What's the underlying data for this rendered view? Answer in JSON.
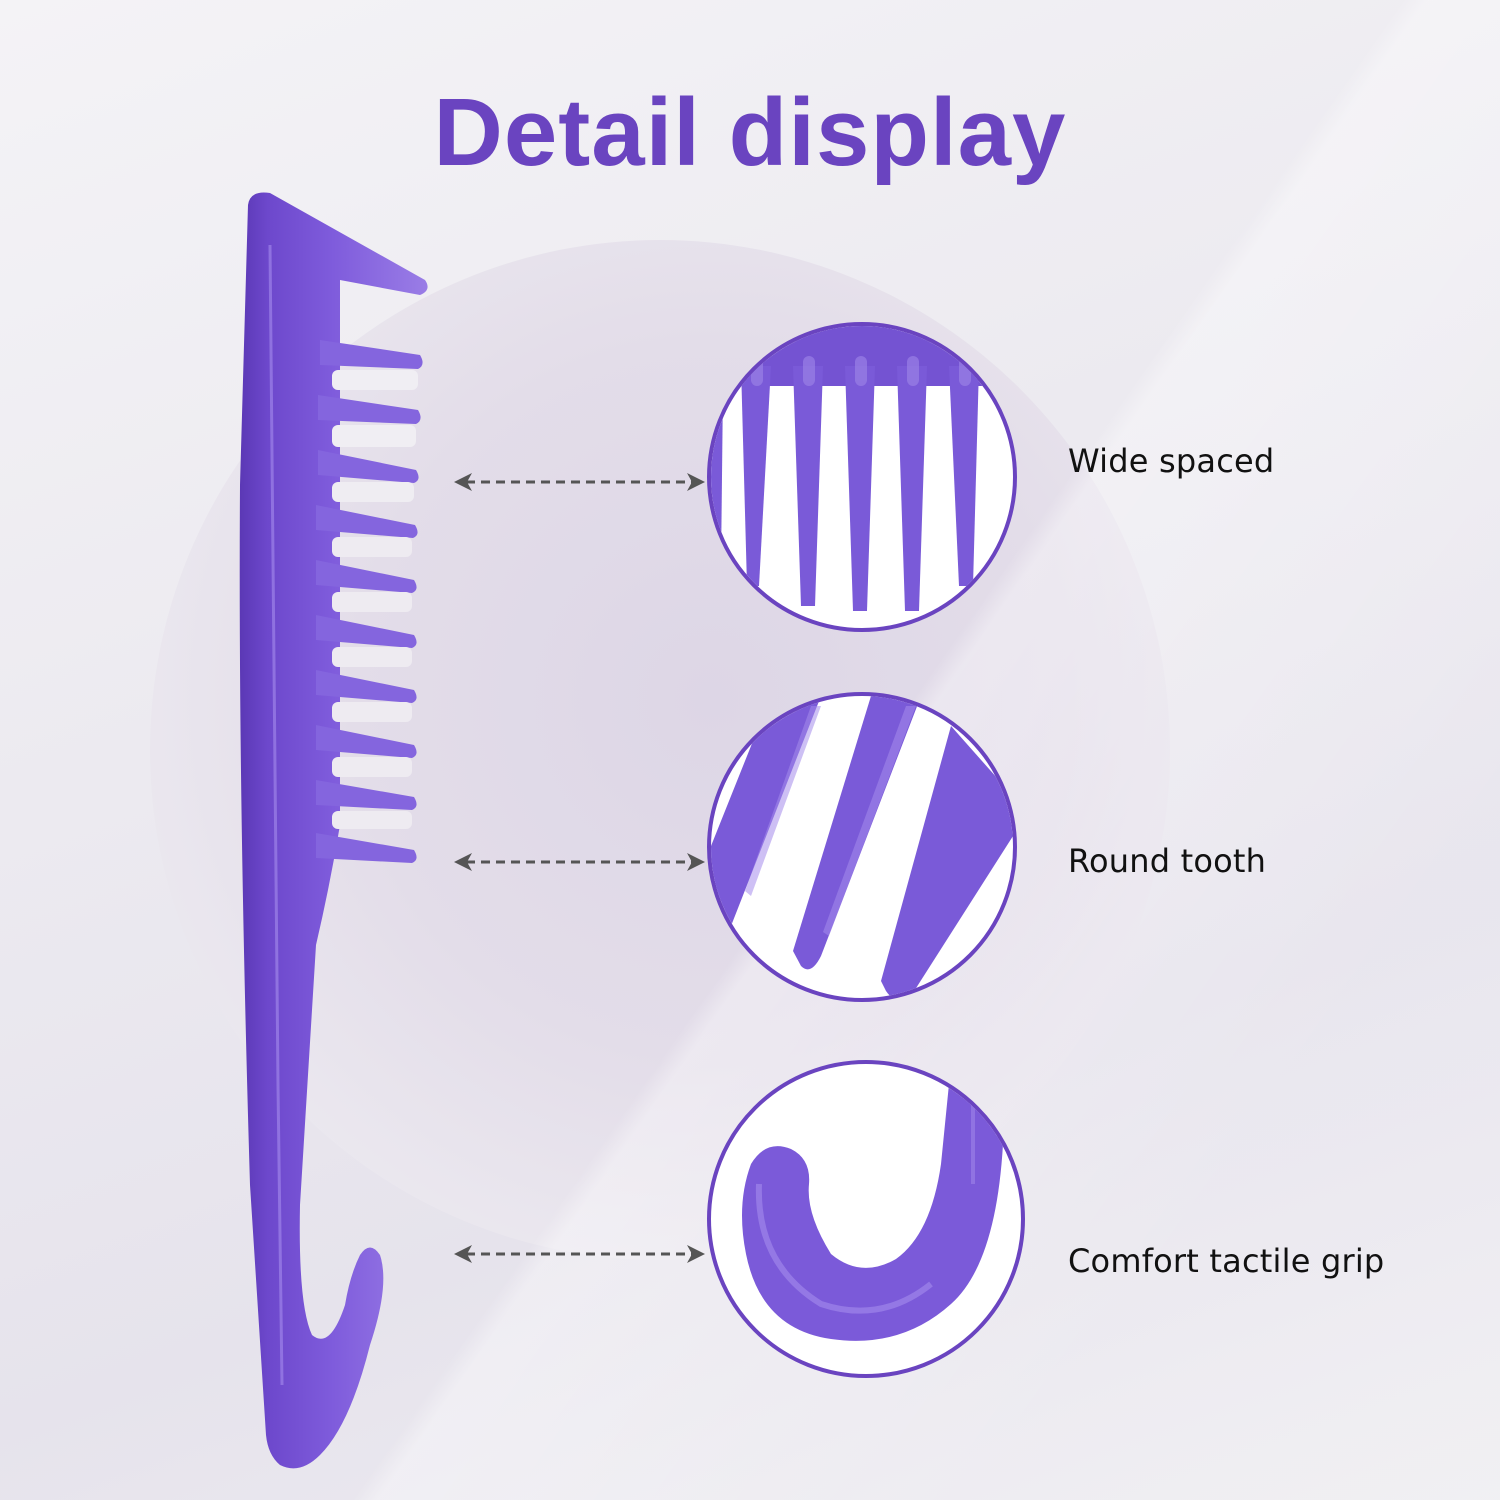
{
  "title": "Detail display",
  "colors": {
    "accent": "#6a44c0",
    "comb": "#7a55d6",
    "comb_dark": "#5b38b5",
    "comb_light": "#9e82e6",
    "label_text": "#111111",
    "arrow": "#555555"
  },
  "product": {
    "name": "comb-with-hook"
  },
  "features": [
    {
      "label": "Wide spaced",
      "icon": "wide-teeth-closeup"
    },
    {
      "label": "Round tooth",
      "icon": "round-tooth-closeup"
    },
    {
      "label": "Comfort tactile grip",
      "icon": "hook-closeup"
    }
  ]
}
